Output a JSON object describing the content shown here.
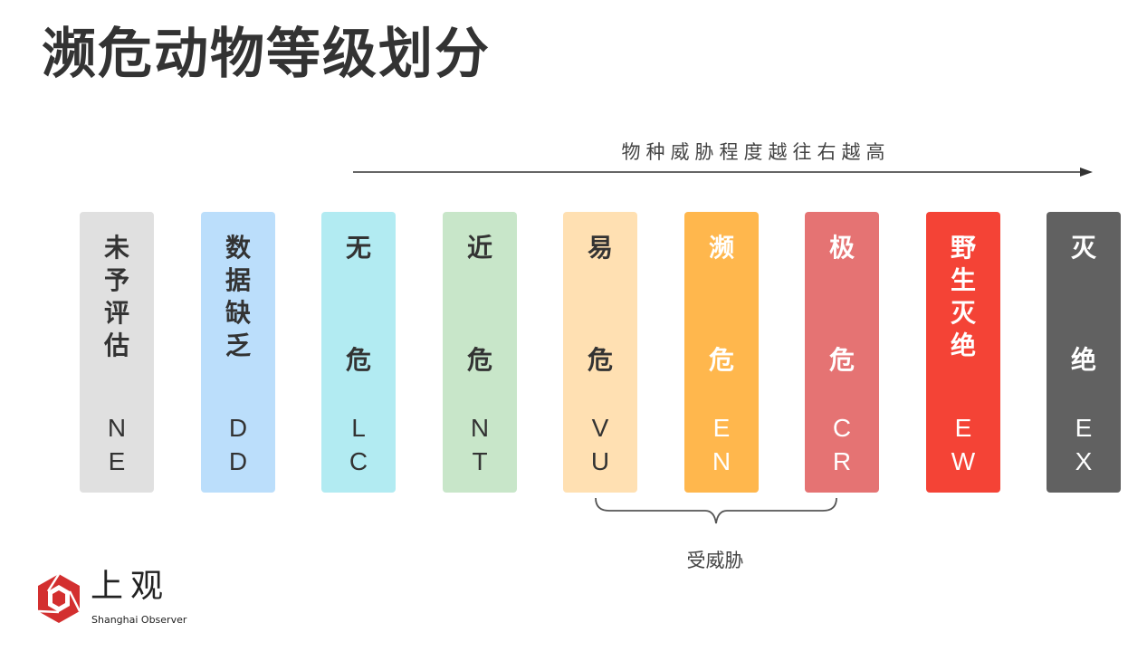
{
  "title": "濒危动物等级划分",
  "arrow_label": "物种威胁程度越往右越高",
  "categories": [
    {
      "cn": [
        "未",
        "予",
        "评",
        "估"
      ],
      "code": [
        "N",
        "E"
      ],
      "bg": "#e0e0e0",
      "fg": "#333333"
    },
    {
      "cn": [
        "数",
        "据",
        "缺",
        "乏"
      ],
      "code": [
        "D",
        "D"
      ],
      "bg": "#bbdefb",
      "fg": "#333333"
    },
    {
      "cn": [
        "无",
        "危"
      ],
      "code": [
        "L",
        "C"
      ],
      "bg": "#b2ebf2",
      "fg": "#333333"
    },
    {
      "cn": [
        "近",
        "危"
      ],
      "code": [
        "N",
        "T"
      ],
      "bg": "#c8e6c9",
      "fg": "#333333"
    },
    {
      "cn": [
        "易",
        "危"
      ],
      "code": [
        "V",
        "U"
      ],
      "bg": "#ffe0b2",
      "fg": "#333333"
    },
    {
      "cn": [
        "濒",
        "危"
      ],
      "code": [
        "E",
        "N"
      ],
      "bg": "#ffb74d",
      "fg": "#ffffff"
    },
    {
      "cn": [
        "极",
        "危"
      ],
      "code": [
        "C",
        "R"
      ],
      "bg": "#e57373",
      "fg": "#ffffff"
    },
    {
      "cn": [
        "野",
        "生",
        "灭",
        "绝"
      ],
      "code": [
        "E",
        "W"
      ],
      "bg": "#f44336",
      "fg": "#ffffff"
    },
    {
      "cn": [
        "灭",
        "绝"
      ],
      "code": [
        "E",
        "X"
      ],
      "bg": "#616161",
      "fg": "#ffffff"
    }
  ],
  "brace_label": "受威胁",
  "logo": {
    "cn": "上观",
    "en": "Shanghai Observer",
    "color": "#d32f2f"
  }
}
